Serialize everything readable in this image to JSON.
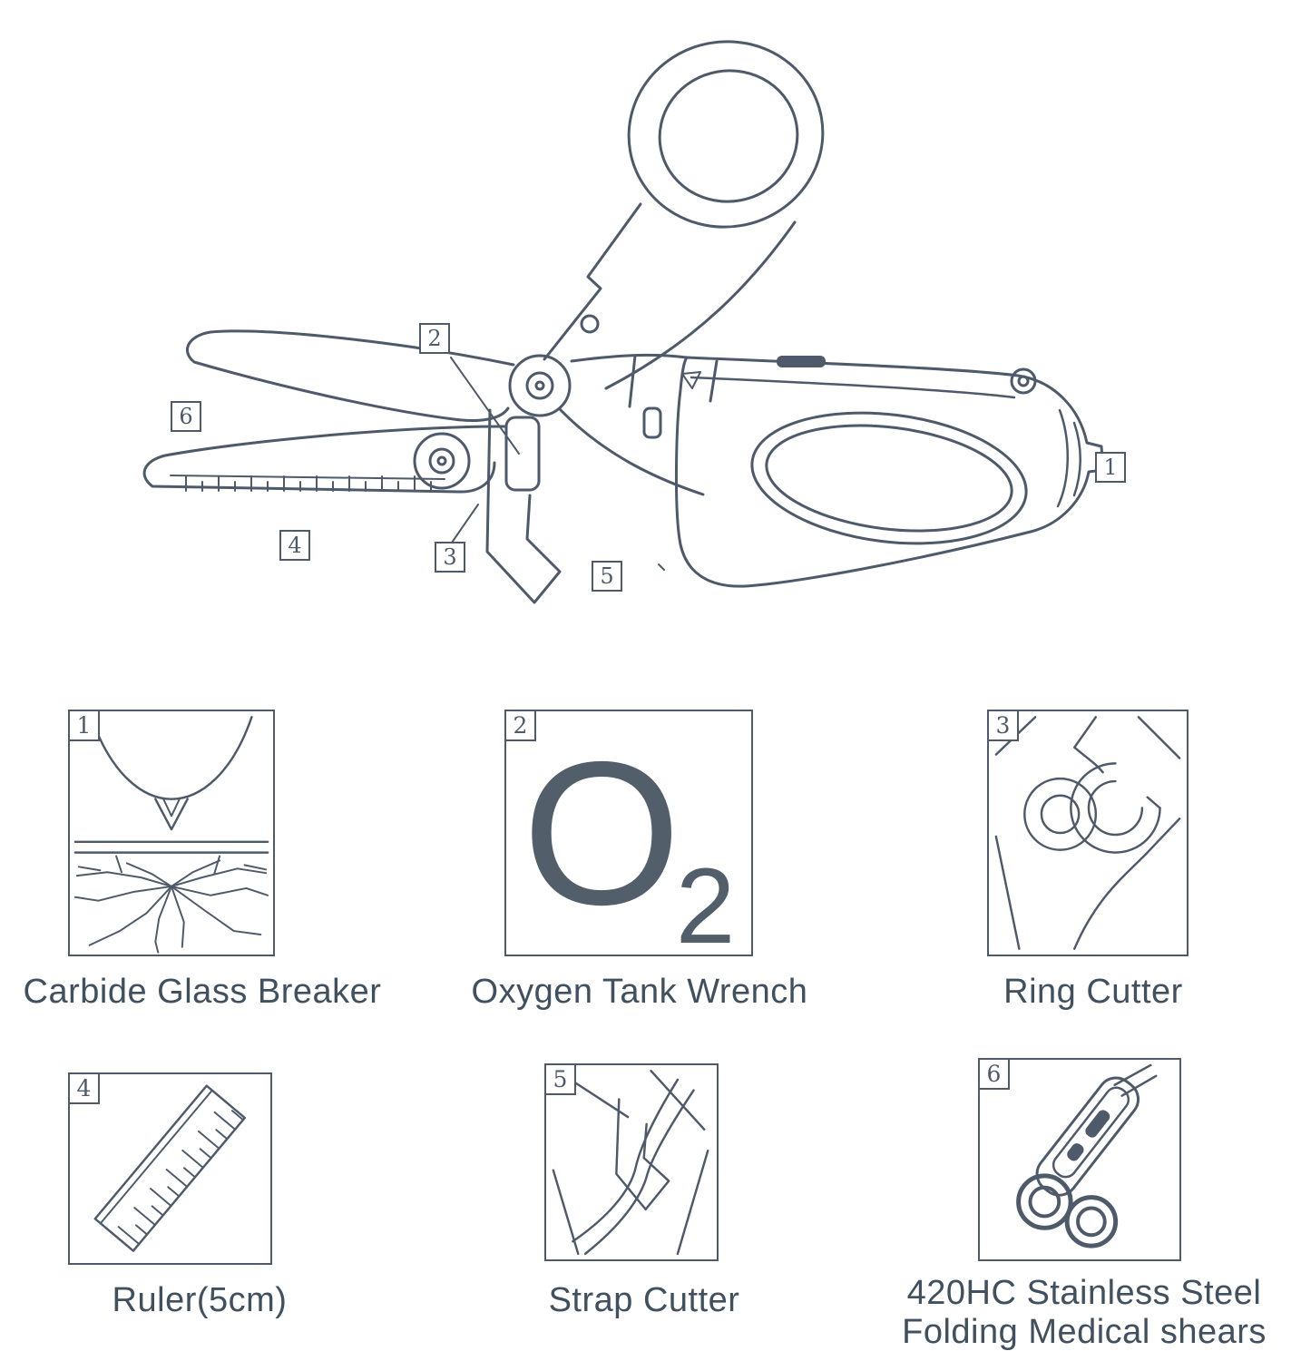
{
  "colors": {
    "line": "#4e5a6a",
    "text": "#41505f"
  },
  "features": [
    {
      "num": "1",
      "label": "Carbide Glass Breaker"
    },
    {
      "num": "2",
      "label": "Oxygen Tank Wrench"
    },
    {
      "num": "3",
      "label": "Ring Cutter"
    },
    {
      "num": "4",
      "label": "Ruler(5cm)"
    },
    {
      "num": "5",
      "label": "Strap Cutter"
    },
    {
      "num": "6",
      "label": "420HC Stainless Steel Folding Medical shears"
    }
  ],
  "oxygen_icon": {
    "element": "O",
    "subscript": "2"
  }
}
